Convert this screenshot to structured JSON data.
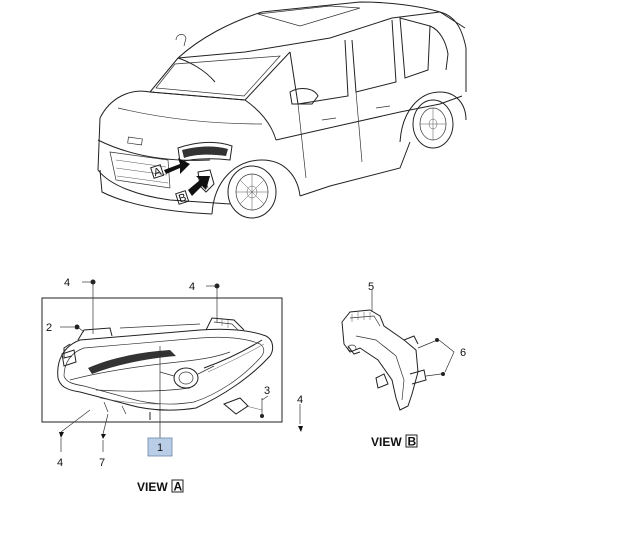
{
  "callouts": {
    "n4_top_left": "4",
    "n4_top_mid": "4",
    "n2": "2",
    "n1": "1",
    "n3": "3",
    "n4_right": "4",
    "n4_bottom": "4",
    "n7": "7",
    "n5": "5",
    "n6": "6"
  },
  "car_markers": {
    "a": "A",
    "b": "B"
  },
  "view_a": {
    "prefix": "VIEW",
    "letter": "A"
  },
  "view_b": {
    "prefix": "VIEW",
    "letter": "B"
  },
  "colors": {
    "highlight_box": "#b9cde6",
    "line": "#222222"
  }
}
